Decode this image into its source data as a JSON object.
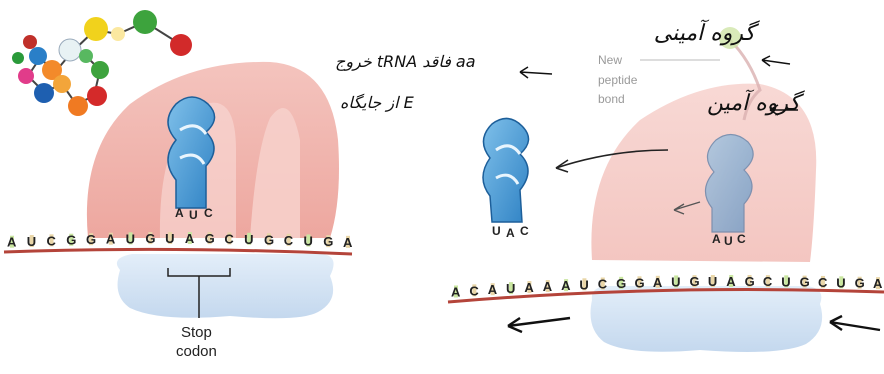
{
  "left_panel": {
    "mrna_sequence": "AUCGGAUGUAGCUGCUGA",
    "anticodon": "AUC",
    "stop_codon_label_line1": "Stop",
    "stop_codon_label_line2": "codon"
  },
  "right_panel": {
    "mrna_sequence": "ACAUAAAUCGGAUGUAGCUGCUGA",
    "new_peptide_bond_line1": "New",
    "new_peptide_bond_line2": "peptide",
    "new_peptide_bond_line3": "bond",
    "released_trna_anticodon": "UAC",
    "site_trna_anticodon": "AUC"
  },
  "handwritten_notes": {
    "note1": "گروه آمینی",
    "note2": "گروه آمین",
    "note3": "خروج tRNA فاقد aa",
    "note4": "از جایگاه E"
  },
  "colors": {
    "ribosome_large": "#f2b9b3",
    "ribosome_small": "#cfe0f2",
    "trna": "#4a9ad4",
    "mrna_line": "#b4443a"
  }
}
